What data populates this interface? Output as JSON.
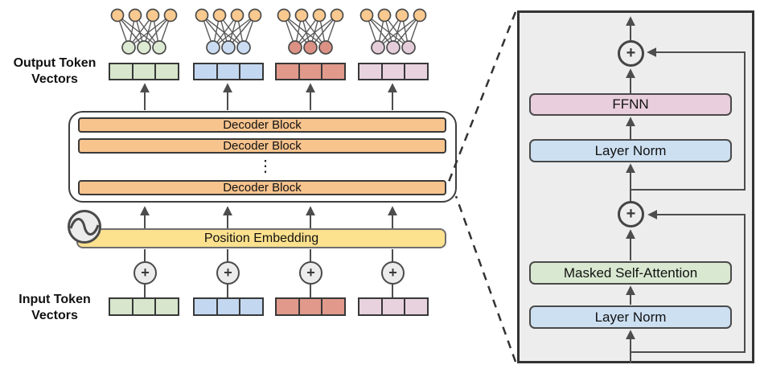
{
  "labels": {
    "output_tokens": "Output Token Vectors",
    "input_tokens": "Input Token Vectors"
  },
  "decoder_stack": {
    "blocks": [
      "Decoder Block",
      "Decoder Block",
      "Decoder Block"
    ],
    "ellipsis": "⋮"
  },
  "position_embedding": {
    "label": "Position Embedding"
  },
  "detail_panel": {
    "boxes": [
      {
        "label": "FFNN",
        "color": "#e9cedd"
      },
      {
        "label": "Layer Norm",
        "color": "#cde0f2"
      },
      {
        "label": "Masked Self-Attention",
        "color": "#d9e9d1"
      },
      {
        "label": "Layer Norm",
        "color": "#cde0f2"
      }
    ]
  },
  "icons": {
    "plus": "+",
    "sine": "position-encoding-sine-wave"
  },
  "token_columns": [
    {
      "name": "token-1",
      "bar_color": "#d7e6cc",
      "node_color": "#dcead3"
    },
    {
      "name": "token-2",
      "bar_color": "#c3d7f0",
      "node_color": "#cbdcf2"
    },
    {
      "name": "token-3",
      "bar_color": "#e0998b",
      "node_color": "#db9184"
    },
    {
      "name": "token-4",
      "bar_color": "#e8d2de",
      "node_color": "#e4cdd9"
    }
  ],
  "colors": {
    "background": "#ffffff",
    "panel_background": "#ededed",
    "wire": "#4d4d4d",
    "outline": "#3a3a3a",
    "node_orange": "#f9c98f",
    "decoder_bar_orange": "#f7c48e",
    "position_embedding_yellow": "#fce18e"
  }
}
